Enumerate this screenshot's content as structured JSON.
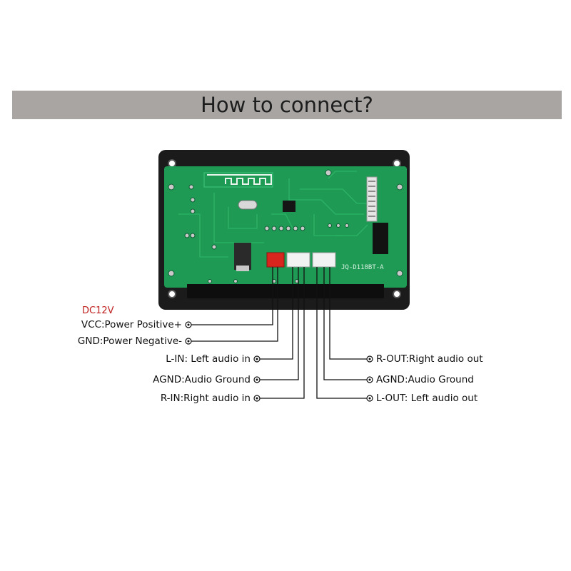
{
  "header": {
    "title": "How to connect?"
  },
  "board": {
    "model_label": "JQ-D118BT-A"
  },
  "power": {
    "voltage_label": "DC12V"
  },
  "pins_left": [
    {
      "label": "VCC:Power Positive+"
    },
    {
      "label": "GND:Power Negative-"
    },
    {
      "label": "L-IN: Left audio in"
    },
    {
      "label": "AGND:Audio Ground"
    },
    {
      "label": "R-IN:Right audio in"
    }
  ],
  "pins_right": [
    {
      "label": "R-OUT:Right audio out"
    },
    {
      "label": "AGND:Audio Ground"
    },
    {
      "label": "L-OUT: Left audio out"
    }
  ],
  "colors": {
    "banner": "#a8a5a3",
    "pcb": "#1f9a55",
    "frame": "#1b1b1b",
    "power_connector": "#d8261f",
    "dc_label": "#c0201f"
  }
}
